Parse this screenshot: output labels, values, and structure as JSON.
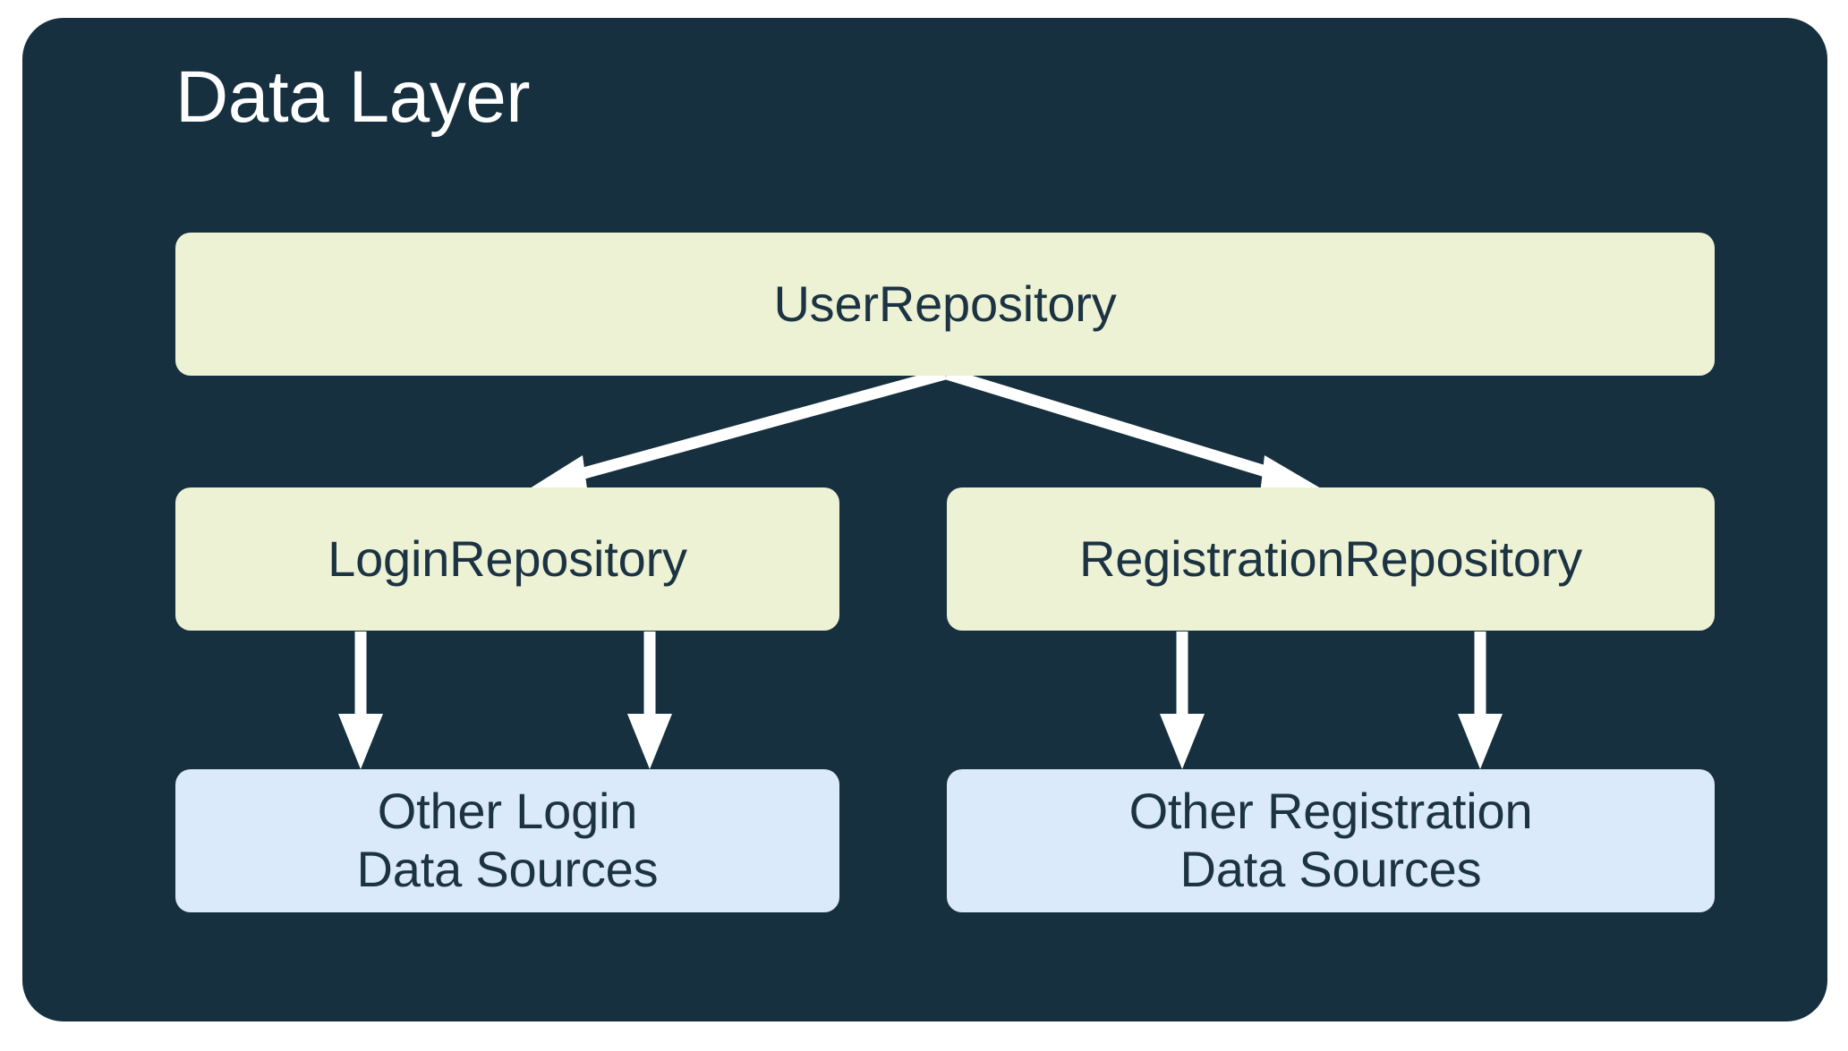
{
  "diagram": {
    "title": "Data Layer",
    "panel_color": "#16303f",
    "title_color": "#ffffff",
    "arrow_color": "#ffffff",
    "page_background": "#ffffff",
    "repository_color": "#edf2d4",
    "data_source_color": "#dbeafb",
    "node_text_color": "#1b3342",
    "nodes": [
      {
        "id": "user-repository",
        "label": "UserRepository",
        "type": "repository",
        "row": 1,
        "column": "full"
      },
      {
        "id": "login-repository",
        "label": "LoginRepository",
        "type": "repository",
        "row": 2,
        "column": "left"
      },
      {
        "id": "registration-repository",
        "label": "RegistrationRepository",
        "type": "repository",
        "row": 2,
        "column": "right"
      },
      {
        "id": "other-login-sources",
        "label": "Other Login\nData Sources",
        "type": "data-source",
        "row": 3,
        "column": "left"
      },
      {
        "id": "other-registration-sources",
        "label": "Other Registration\nData Sources",
        "type": "data-source",
        "row": 3,
        "column": "right"
      }
    ],
    "edges": [
      {
        "from": "user-repository",
        "to": "login-repository",
        "style": "diagonal-arrow"
      },
      {
        "from": "user-repository",
        "to": "registration-repository",
        "style": "diagonal-arrow"
      },
      {
        "from": "login-repository",
        "to": "other-login-sources",
        "style": "vertical-arrow"
      },
      {
        "from": "login-repository",
        "to": "other-login-sources",
        "style": "vertical-arrow"
      },
      {
        "from": "registration-repository",
        "to": "other-registration-sources",
        "style": "vertical-arrow"
      },
      {
        "from": "registration-repository",
        "to": "other-registration-sources",
        "style": "vertical-arrow"
      }
    ]
  }
}
